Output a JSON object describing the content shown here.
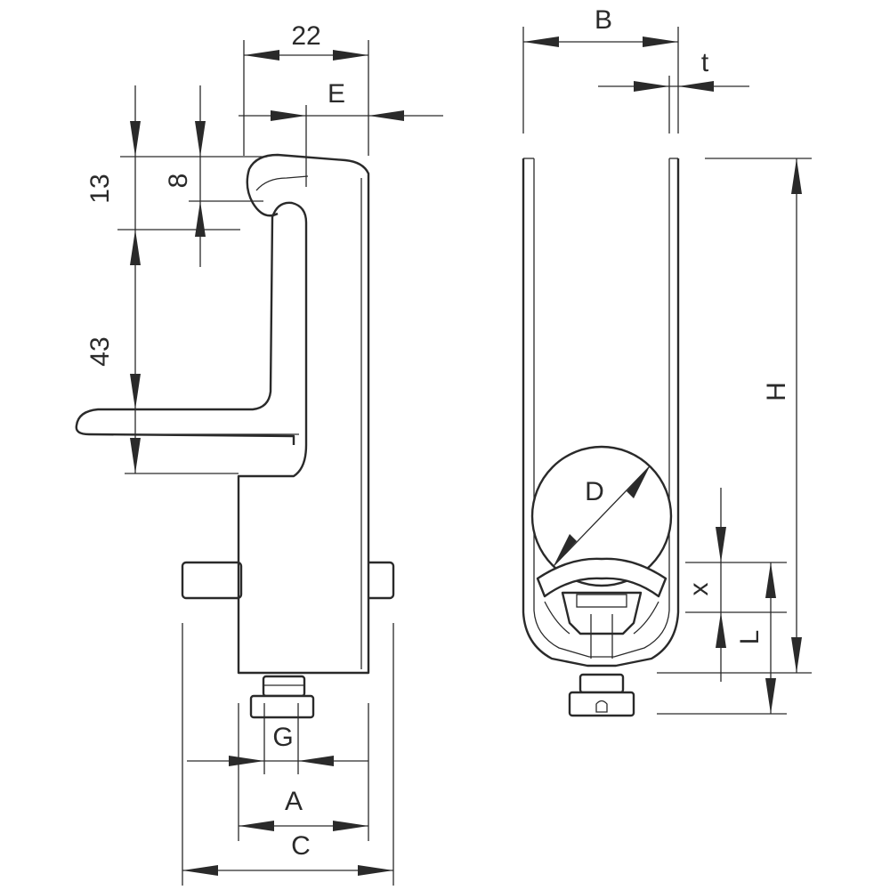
{
  "drawing": {
    "side_view": {
      "labels": {
        "width_22": "22",
        "E": "E",
        "height_13": "13",
        "height_8": "8",
        "height_43": "43",
        "G": "G",
        "A": "A",
        "C": "C"
      }
    },
    "front_view": {
      "labels": {
        "B": "B",
        "t": "t",
        "H": "H",
        "D": "D",
        "x": "x",
        "L": "L"
      }
    }
  }
}
